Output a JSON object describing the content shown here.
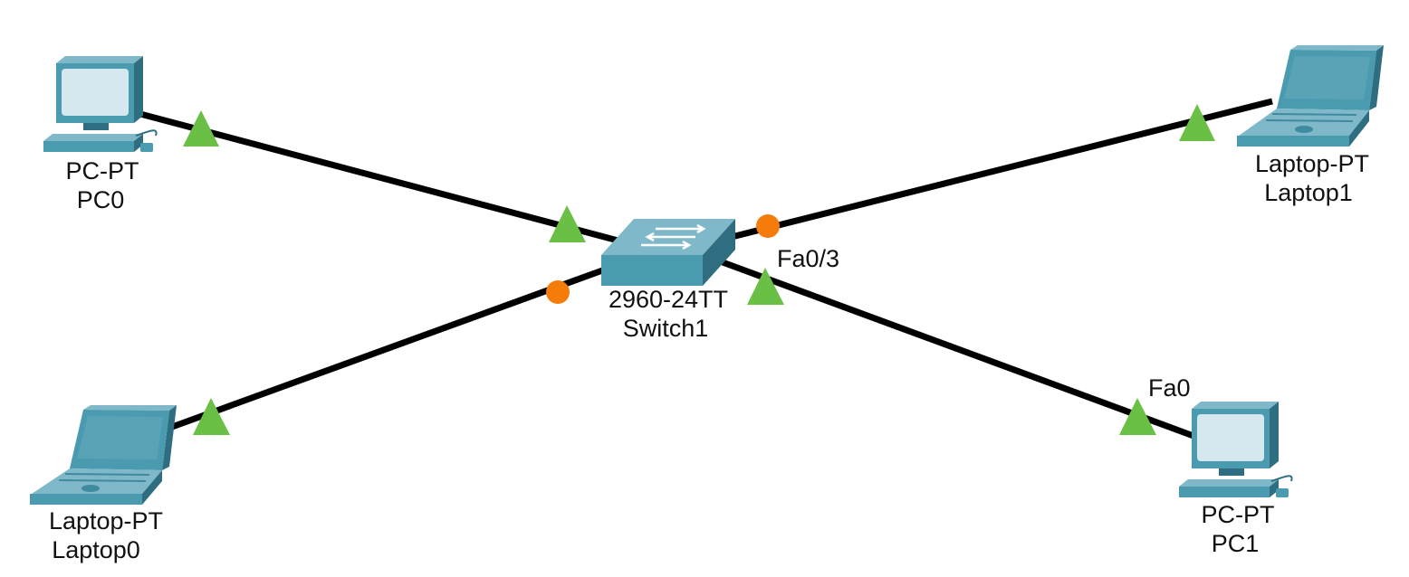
{
  "colors": {
    "link": "#000000",
    "link_up": "#6abf45",
    "link_blocking": "#f57c0a",
    "device_body": "#4a9ab0",
    "device_dark": "#2f6e80",
    "device_screen": "#d6e8ef",
    "laptop_screen": "#5aa3b6"
  },
  "devices": [
    {
      "id": "pc0",
      "icon": "pc-icon",
      "model": "PC-PT",
      "name": "PC0"
    },
    {
      "id": "laptop1",
      "icon": "laptop-icon",
      "model": "Laptop-PT",
      "name": "Laptop1"
    },
    {
      "id": "switch1",
      "icon": "switch-icon",
      "model": "2960-24TT",
      "name": "Switch1"
    },
    {
      "id": "laptop0",
      "icon": "laptop-icon",
      "model": "Laptop-PT",
      "name": "Laptop0"
    },
    {
      "id": "pc1",
      "icon": "pc-icon",
      "model": "PC-PT",
      "name": "PC1"
    }
  ],
  "links": [
    {
      "from": "pc0",
      "to": "switch1",
      "from_state": "up",
      "to_state": "up"
    },
    {
      "from": "laptop1",
      "to": "switch1",
      "from_state": "up",
      "to_state": "blocking"
    },
    {
      "from": "laptop0",
      "to": "switch1",
      "from_state": "up",
      "to_state": "blocking"
    },
    {
      "from": "pc1",
      "to": "switch1",
      "from_state": "up",
      "to_state": "up"
    }
  ],
  "port_labels": {
    "switch_port": "Fa0/3",
    "pc1_port": "Fa0"
  }
}
